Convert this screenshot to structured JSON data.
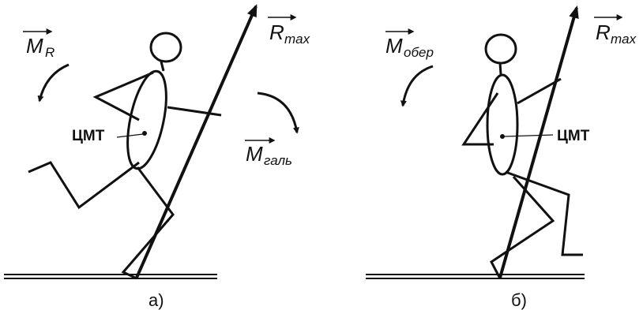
{
  "panel_a": {
    "vector_moment_R": "M",
    "vector_moment_R_sub": "R",
    "vector_reaction": "R",
    "vector_reaction_sub": "max",
    "vector_moment_brake": "M",
    "vector_moment_brake_sub": "галь",
    "com_label": "ЦМТ",
    "caption": "а)"
  },
  "panel_b": {
    "vector_moment_rot": "M",
    "vector_moment_rot_sub": "обер",
    "vector_reaction": "R",
    "vector_reaction_sub": "max",
    "com_label": "ЦМТ",
    "caption": "б)"
  }
}
